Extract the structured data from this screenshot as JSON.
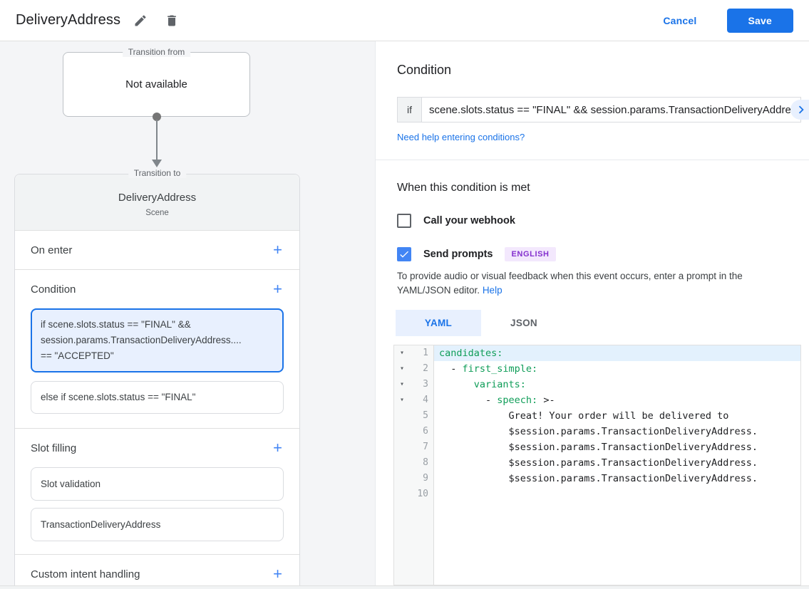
{
  "header": {
    "title": "DeliveryAddress",
    "cancel_label": "Cancel",
    "save_label": "Save"
  },
  "diagram": {
    "transition_from_label": "Transition from",
    "transition_from_value": "Not available",
    "transition_to_label": "Transition to",
    "scene_name": "DeliveryAddress",
    "scene_type": "Scene"
  },
  "scene_sections": {
    "on_enter": {
      "label": "On enter",
      "add_label": "+"
    },
    "condition": {
      "label": "Condition",
      "add_label": "+",
      "cards": [
        {
          "selected": true,
          "lines": [
            "if scene.slots.status == \"FINAL\" &&",
            "session.params.TransactionDeliveryAddress....",
            "== \"ACCEPTED\""
          ]
        },
        {
          "selected": false,
          "lines": [
            "else if scene.slots.status == \"FINAL\""
          ]
        }
      ]
    },
    "slot_filling": {
      "label": "Slot filling",
      "add_label": "+",
      "cards": [
        "Slot validation",
        "TransactionDeliveryAddress"
      ]
    },
    "custom_intent": {
      "label": "Custom intent handling",
      "add_label": "+"
    }
  },
  "condition_panel": {
    "title": "Condition",
    "if_label": "if",
    "if_value": "scene.slots.status == \"FINAL\" && session.params.TransactionDeliveryAddress",
    "help_link": "Need help entering conditions?",
    "met_title": "When this condition is met",
    "webhook_label": "Call your webhook",
    "webhook_checked": false,
    "prompts_label": "Send prompts",
    "prompts_checked": true,
    "language_badge": "ENGLISH",
    "description": "To provide audio or visual feedback when this event occurs, enter a prompt in the YAML/JSON editor.",
    "description_link": "Help",
    "tabs": [
      {
        "label": "YAML",
        "active": true
      },
      {
        "label": "JSON",
        "active": false
      }
    ]
  },
  "editor": {
    "lines": [
      {
        "num": 1,
        "fold": true,
        "highlight": true,
        "segments": [
          {
            "t": "candidates:",
            "c": "key"
          }
        ]
      },
      {
        "num": 2,
        "fold": true,
        "highlight": false,
        "segments": [
          {
            "t": "  - ",
            "c": "plain"
          },
          {
            "t": "first_simple:",
            "c": "key"
          }
        ]
      },
      {
        "num": 3,
        "fold": true,
        "highlight": false,
        "segments": [
          {
            "t": "      ",
            "c": "plain"
          },
          {
            "t": "variants:",
            "c": "key"
          }
        ]
      },
      {
        "num": 4,
        "fold": true,
        "highlight": false,
        "segments": [
          {
            "t": "        - ",
            "c": "plain"
          },
          {
            "t": "speech:",
            "c": "key"
          },
          {
            "t": " >-",
            "c": "plain"
          }
        ]
      },
      {
        "num": 5,
        "fold": false,
        "highlight": false,
        "segments": [
          {
            "t": "            Great! Your order will be delivered to",
            "c": "plain"
          }
        ]
      },
      {
        "num": 6,
        "fold": false,
        "highlight": false,
        "segments": [
          {
            "t": "            $session.params.TransactionDeliveryAddress.",
            "c": "plain"
          }
        ]
      },
      {
        "num": 7,
        "fold": false,
        "highlight": false,
        "segments": [
          {
            "t": "            $session.params.TransactionDeliveryAddress.",
            "c": "plain"
          }
        ]
      },
      {
        "num": 8,
        "fold": false,
        "highlight": false,
        "segments": [
          {
            "t": "            $session.params.TransactionDeliveryAddress.",
            "c": "plain"
          }
        ]
      },
      {
        "num": 9,
        "fold": false,
        "highlight": false,
        "segments": [
          {
            "t": "            $session.params.TransactionDeliveryAddress.",
            "c": "plain"
          }
        ]
      },
      {
        "num": 10,
        "fold": false,
        "highlight": false,
        "segments": []
      }
    ]
  },
  "colors": {
    "accent_blue": "#1a73e8",
    "checkbox_blue": "#4285f4",
    "selected_card_bg": "#e8f0fe",
    "badge_purple": "#8430ce",
    "badge_bg": "#f3e8fd",
    "yaml_key_green": "#0f9d58",
    "line_highlight": "#e3f1fd"
  }
}
